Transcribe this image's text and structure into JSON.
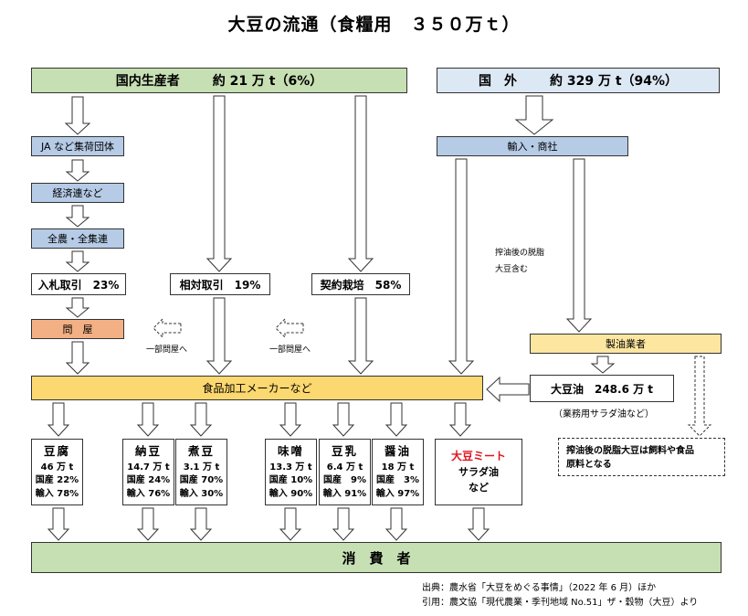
{
  "title": "大豆の流通（食糧用　３５０万ｔ）",
  "domestic": {
    "label": "国内生産者",
    "amount": "約 21 万 t（6%）"
  },
  "overseas": {
    "label": "国　外",
    "amount": "約 329 万 t（94%）"
  },
  "chain": [
    "JA など集荷団体",
    "経済連など",
    "全農・全集連"
  ],
  "bid": "入札取引　23%",
  "negotiated": "相対取引　19%",
  "contract": "契約栽培　58%",
  "wholesaler": "問　屋",
  "partial_wholesaler": "一部問屋へ",
  "importer": "輸入・商社",
  "defatted_label": [
    "搾油後の脱脂",
    "大豆含む"
  ],
  "oil_maker": "製油業者",
  "soy_oil": "大豆油　248.6 万 t",
  "soy_oil_note": "（業務用サラダ油など）",
  "food_maker": "食品加工メーカーなど",
  "products": [
    {
      "name": "豆腐",
      "amount": "46 万 t",
      "domestic": "国産 22%",
      "import": "輸入 78%"
    },
    {
      "name": "納豆",
      "amount": "14.7 万 t",
      "domestic": "国産 24%",
      "import": "輸入 76%"
    },
    {
      "name": "煮豆",
      "amount": "3.1 万 t",
      "domestic": "国産 70%",
      "import": "輸入 30%"
    },
    {
      "name": "味噌",
      "amount": "13.3 万 t",
      "domestic": "国産 10%",
      "import": "輸入 90%"
    },
    {
      "name": "豆乳",
      "amount": "6.4 万 t",
      "domestic": "国産　9%",
      "import": "輸入 91%"
    },
    {
      "name": "醤油",
      "amount": "18 万 t",
      "domestic": "国産　3%",
      "import": "輸入 97%"
    }
  ],
  "meat": {
    "name": "大豆ミート",
    "line2": "サラダ油",
    "line3": "など",
    "accent": "#e0141e"
  },
  "defatted_note": [
    "搾油後の脱脂大豆は飼料や食品",
    "原料となる"
  ],
  "consumer": "消　費　者",
  "source1": "出典：農水省「大豆をめぐる事情」（2022 年 6 月）ほか",
  "source2": "引用：農文協「現代農業・季刊地域 No.51」ザ・穀物（大豆）より"
}
